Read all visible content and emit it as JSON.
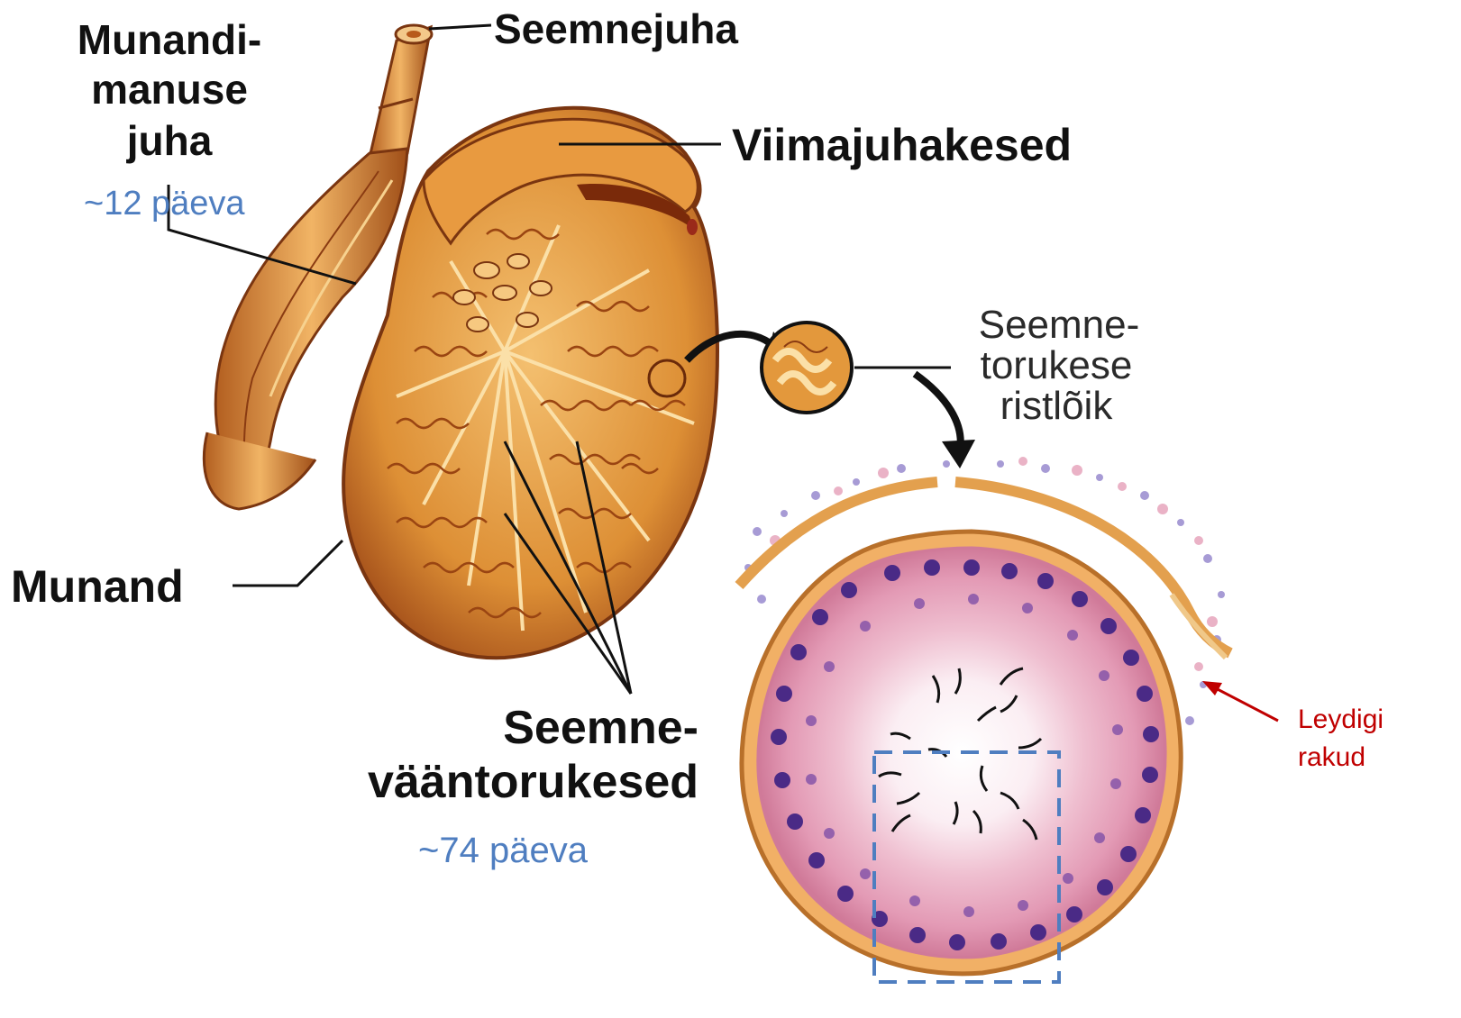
{
  "labels": {
    "vas_deferens": "Seemnejuha",
    "epididymis_line1": "Munandi-",
    "epididymis_line2": "manuse",
    "epididymis_line3": "juha",
    "epididymis_days": "~12 päeva",
    "efferent_ducts": "Viimajuhakesed",
    "cross_section_line1": "Seemne-",
    "cross_section_line2": "torukese",
    "cross_section_line3": "ristlõik",
    "testis": "Munand",
    "tubules_line1": "Seemne-",
    "tubules_line2": "vääntorukesed",
    "tubules_days": "~74 päeva",
    "leydig_line1": "Leydigi",
    "leydig_line2": "rakud"
  },
  "colors": {
    "tissue_orange": "#d9892f",
    "tissue_dark": "#8a3b12",
    "tissue_light": "#f0b860",
    "cell_pink": "#d98aa6",
    "nucleus_purple": "#5a2a8a",
    "annotation_blue": "#4f7ec0",
    "annotation_red": "#c00000",
    "dashed_box": "#4f7ec0"
  }
}
